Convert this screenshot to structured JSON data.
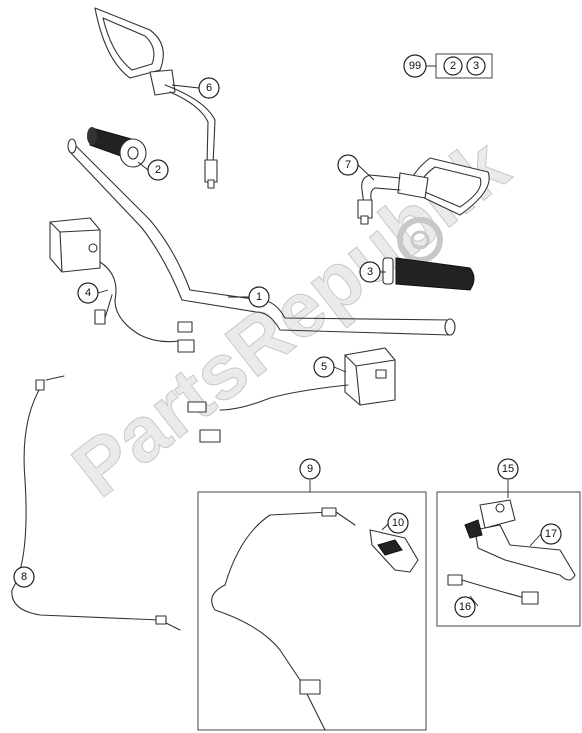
{
  "callouts": {
    "c1": "1",
    "c2": "2",
    "c3": "3",
    "c4": "4",
    "c5": "5",
    "c6": "6",
    "c7": "7",
    "c8": "8",
    "c9": "9",
    "c10": "10",
    "c15": "15",
    "c16": "16",
    "c17": "17"
  },
  "kit": {
    "c99": "99",
    "c2": "2",
    "c3": "3"
  },
  "watermark": "PartsRepublik"
}
